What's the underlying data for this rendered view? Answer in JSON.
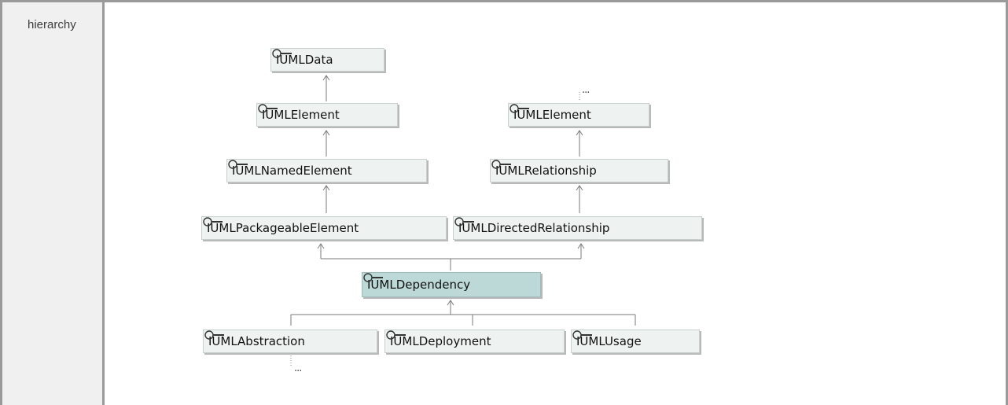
{
  "row_label": "hierarchy",
  "nodes": {
    "iumldata": "IUMLData",
    "iumlelement_left": "IUMLElement",
    "iumlnamedelement": "IUMLNamedElement",
    "iumlpackageableelement": "IUMLPackageableElement",
    "iumlelement_right": "IUMLElement",
    "iumlrelationship": "IUMLRelationship",
    "iumldirectedrelationship": "IUMLDirectedRelationship",
    "iumldependency": "IUMLDependency",
    "iumlabstraction": "IUMLAbstraction",
    "iumldeployment": "IUMLDeployment",
    "iumlusage": "IUMLUsage"
  },
  "ellipsis_top": "...",
  "ellipsis_bottom": "...",
  "colors": {
    "node_bg": "#eef3f1",
    "node_selected_bg": "#bcd9d8",
    "connector": "#7a7a7a",
    "frame_border": "#9a9a9a",
    "label_cell_bg": "#f0f0f0"
  },
  "icon": "interface-lollipop-icon"
}
